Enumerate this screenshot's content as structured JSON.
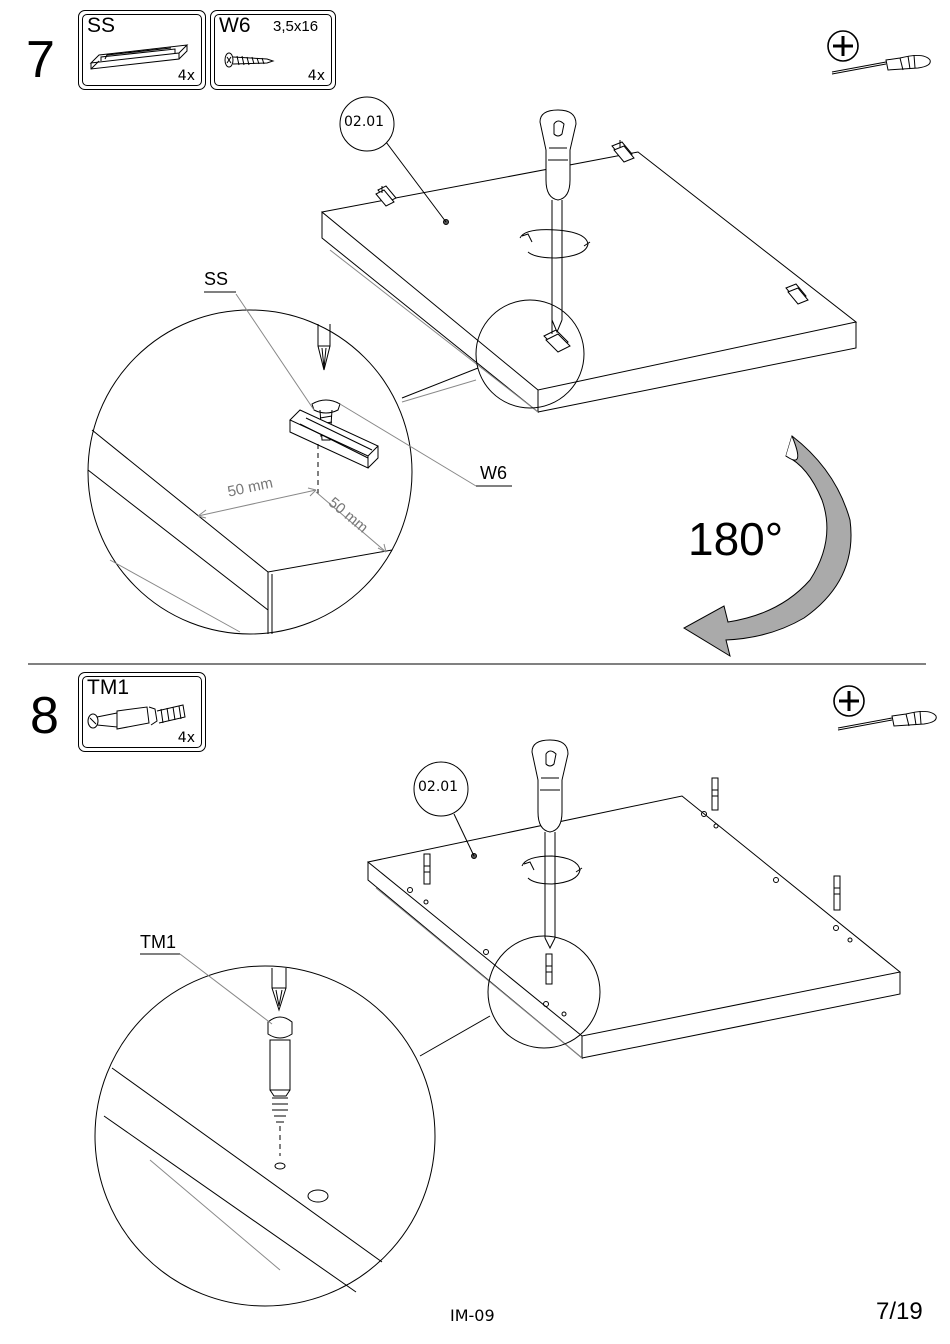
{
  "step7": {
    "number": "7",
    "parts": [
      {
        "code": "SS",
        "size": "",
        "qty": "4x"
      },
      {
        "code": "W6",
        "size": "3,5x16",
        "qty": "4x"
      }
    ],
    "panel_label": "02.01",
    "detail_labels": {
      "slider": "SS",
      "screw": "W6"
    },
    "dimension_1": "50 mm",
    "dimension_2": "50 mm",
    "rotation": "180°"
  },
  "step8": {
    "number": "8",
    "parts": [
      {
        "code": "TM1",
        "qty": "4x"
      }
    ],
    "panel_label": "02.01",
    "detail_label": "TM1"
  },
  "footer": {
    "doc_code": "IM-09",
    "page": "7/19"
  },
  "icons": {
    "tool": "phillips-screwdriver-icon",
    "plus": "plus-circle-icon"
  }
}
